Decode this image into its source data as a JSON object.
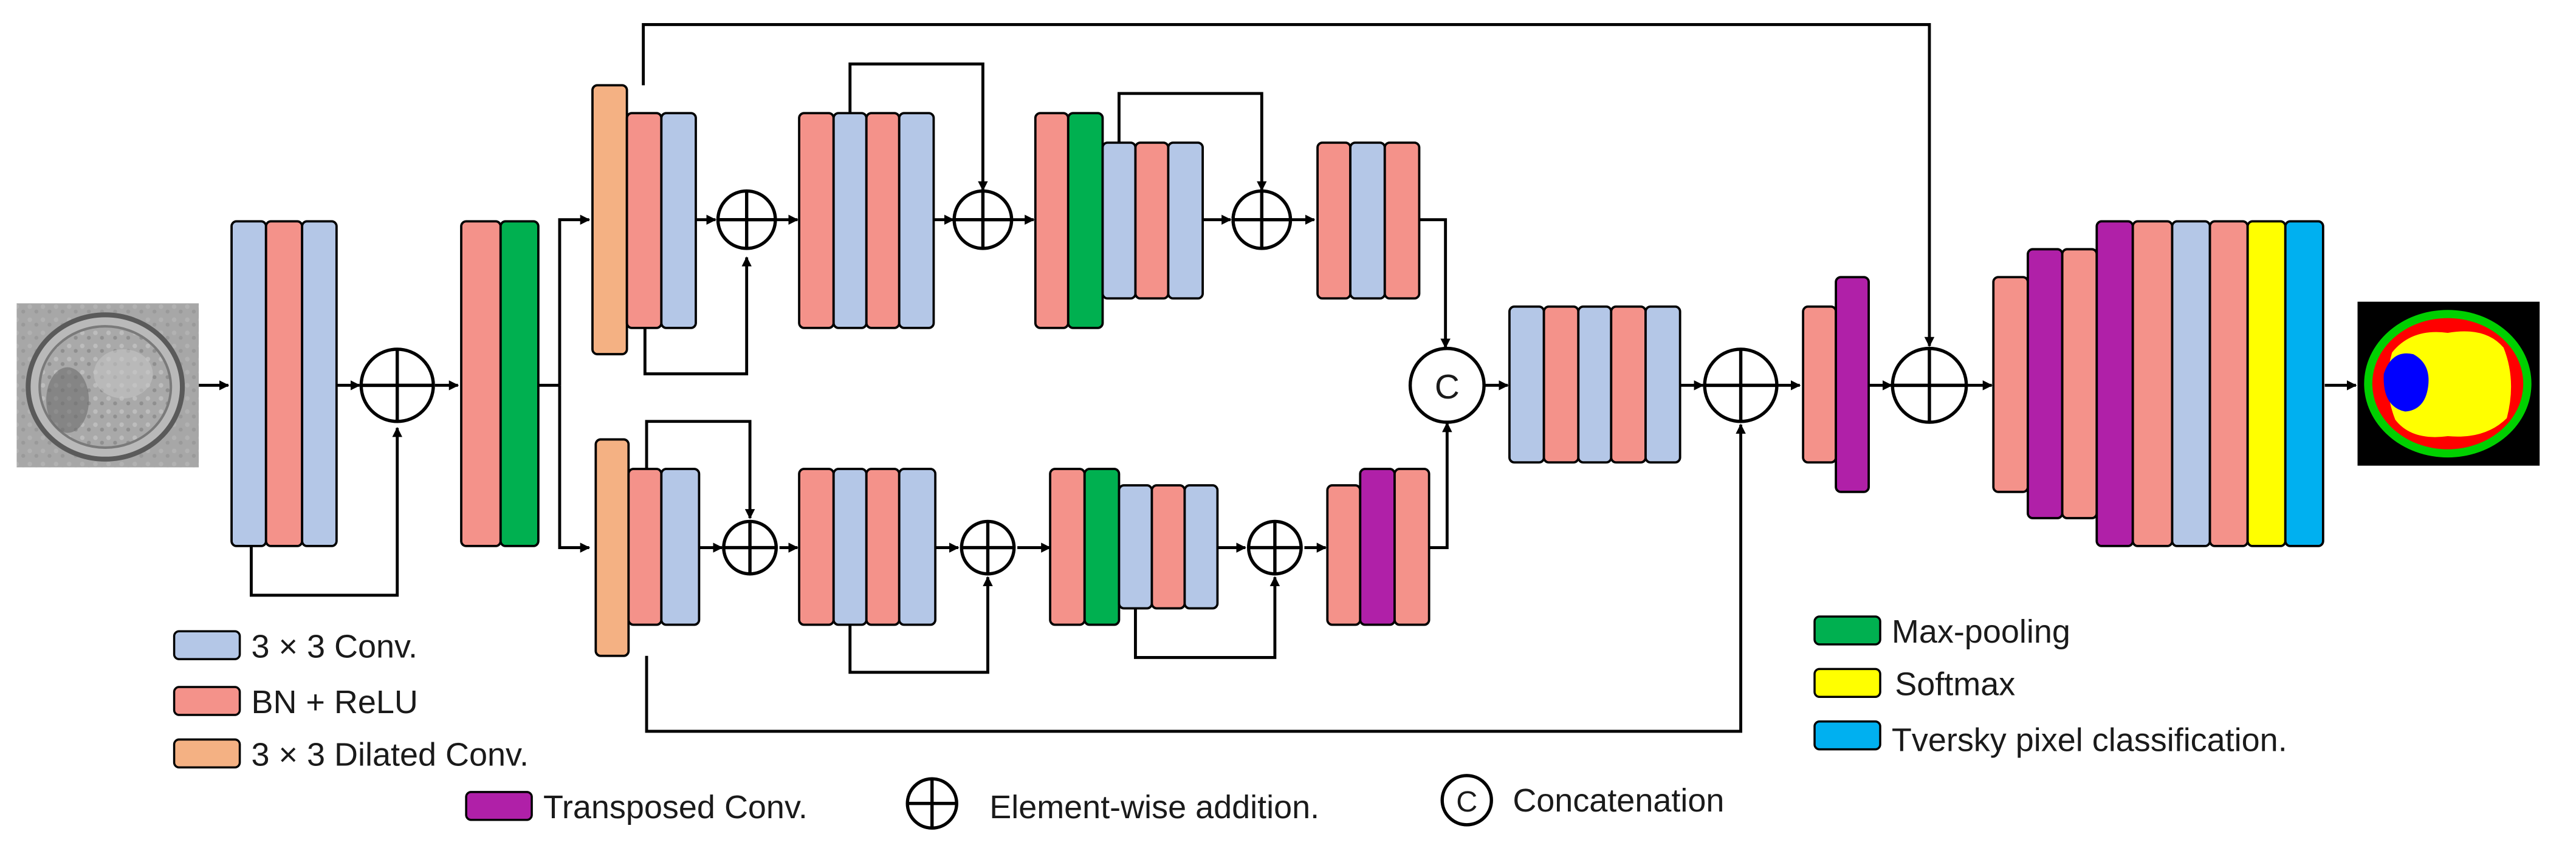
{
  "colors": {
    "conv": "#b4c7e7",
    "bn_relu": "#f4928a",
    "dilated": "#f4b183",
    "maxpool": "#00b050",
    "transposed": "#b020a8",
    "softmax": "#ffff00",
    "tversky": "#00b0f0",
    "line": "#000000"
  },
  "diagram": {
    "concat_symbol": "C",
    "icons": [
      "input-cell-image",
      "element-wise-addition-icon",
      "concatenation-icon",
      "segmentation-output-image"
    ]
  },
  "legend": {
    "conv": "3 × 3 Conv.",
    "bn_relu": "BN + ReLU",
    "dilated": "3 × 3 Dilated Conv.",
    "maxpool": "Max-pooling",
    "softmax": "Softmax",
    "tversky": "Tversky pixel classification.",
    "transposed": "Transposed Conv.",
    "addition": "Element-wise addition.",
    "concat": "Concatenation",
    "concat_symbol": "C"
  }
}
